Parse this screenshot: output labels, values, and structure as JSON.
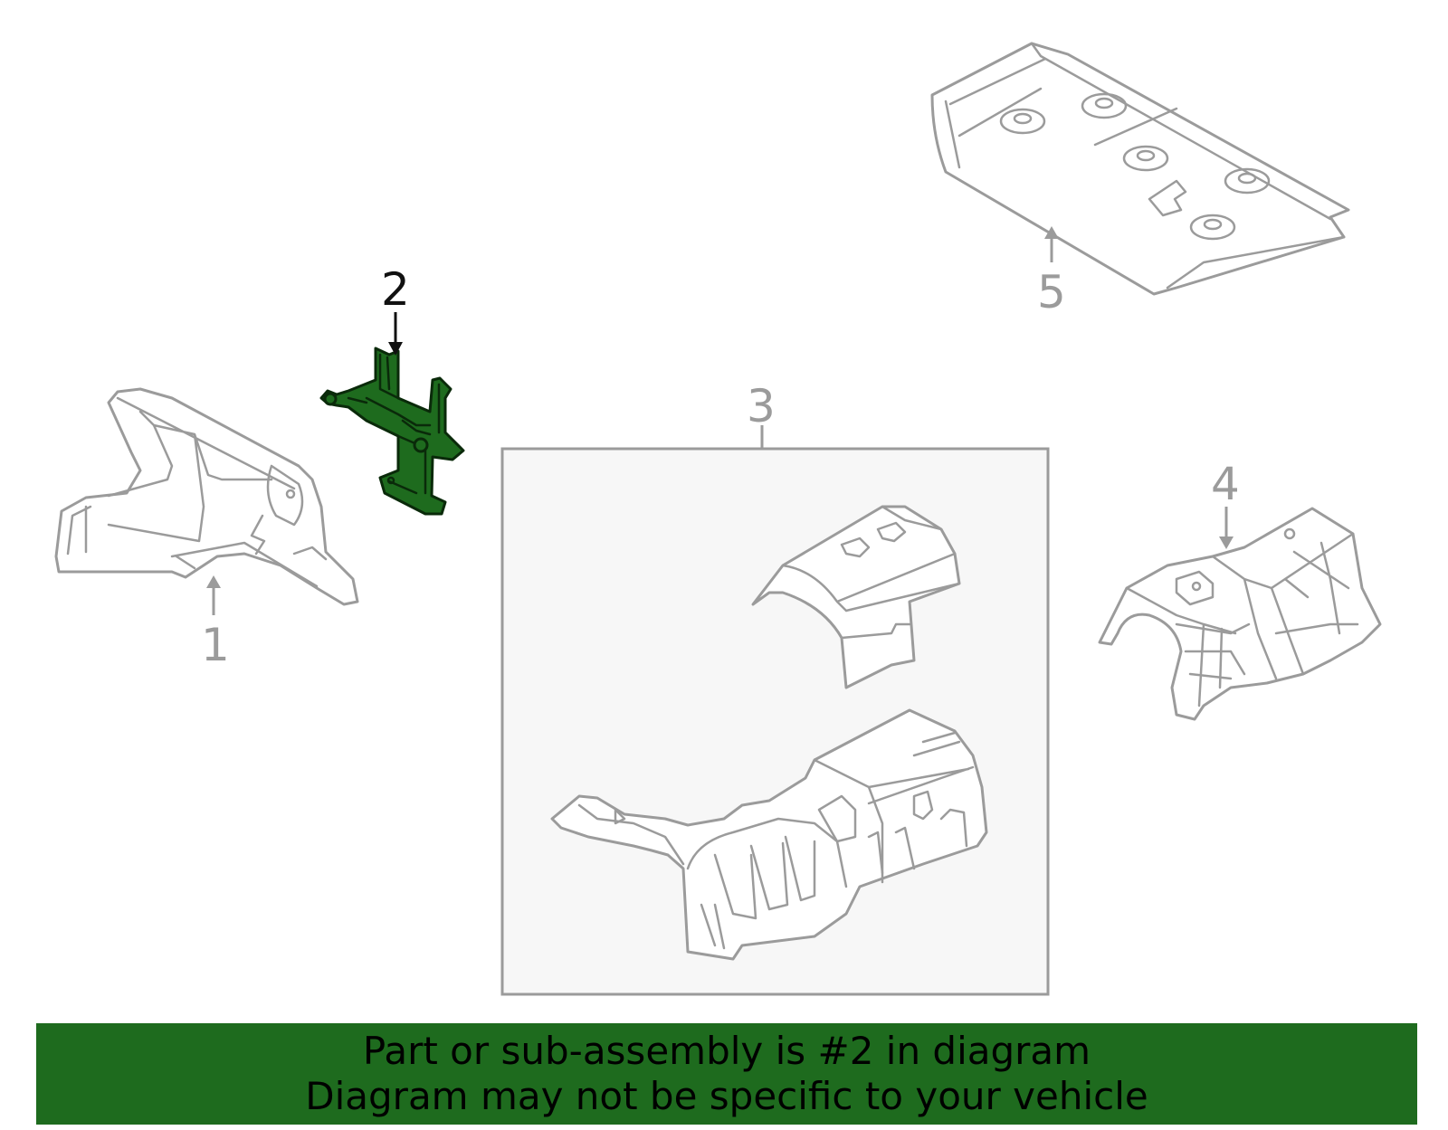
{
  "callouts": {
    "c1": "1",
    "c2": "2",
    "c3": "3",
    "c4": "4",
    "c5": "5"
  },
  "highlighted_part": "2",
  "colors": {
    "highlight_fill": "#1e6b1e",
    "part_stroke": "#9b9b9b",
    "footer_bg": "#1e6b1e",
    "box_fill": "#f7f7f7"
  },
  "footer": {
    "line1": "Part or sub-assembly is #2 in diagram",
    "line2": "Diagram may not be specific to your vehicle"
  }
}
